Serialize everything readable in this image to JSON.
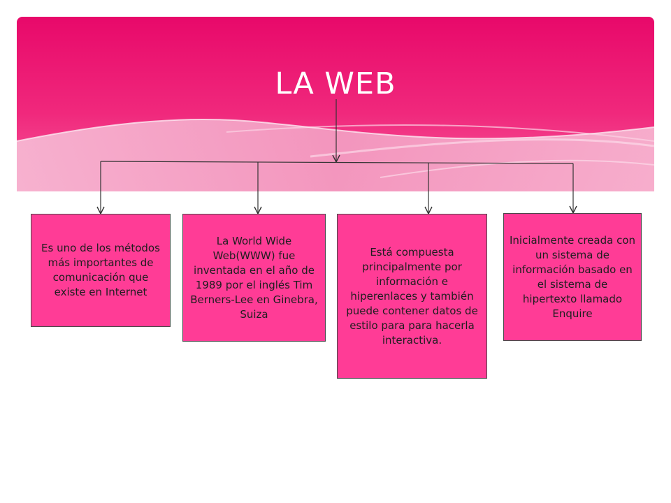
{
  "title": "LA WEB",
  "colors": {
    "banner_pink": "#ec0f6e",
    "banner_light_pink": "#f49fc4",
    "box_fill": "#ff3c96",
    "box_border": "#4a4a4a",
    "connector": "#333333"
  },
  "boxes": [
    {
      "text": "Es uno de los métodos más importantes de comunicación que existe en Internet"
    },
    {
      "text": "La World Wide Web(WWW) fue inventada en el año de 1989 por el inglés Tim Berners-Lee  en Ginebra, Suiza"
    },
    {
      "text": "Está compuesta principalmente por información e hiperenlaces  y también puede contener datos de estilo para para hacerla interactiva."
    },
    {
      "text": "Inicialmente creada con un sistema de información basado en el sistema de hipertexto llamado Enquire"
    }
  ]
}
